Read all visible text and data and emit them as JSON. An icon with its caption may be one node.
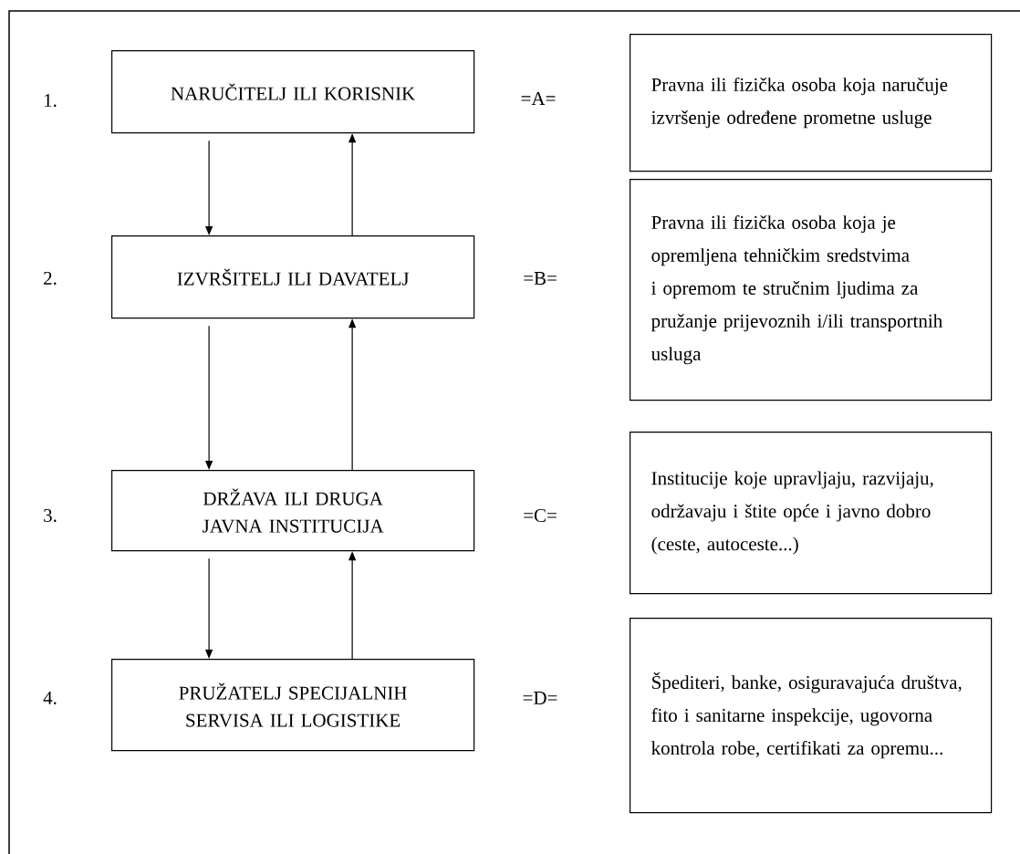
{
  "diagram": {
    "nodes": [
      {
        "text": [
          "NARUČITELJ ILI KORISNIK"
        ]
      },
      {
        "text": [
          "Pravna ili fizička osoba koja naručuje izvršenje određene prometne usluge"
        ]
      },
      {
        "text": [
          "IZVRŠITELJ ILI DAVATELJ"
        ]
      },
      {
        "text": [
          "Pravna ili fizička osoba koja je opremljena tehničkim sredstvima i opremom te stručnim ljudima za pružanje prijevoznih i/ili transportnih usluga"
        ]
      },
      {
        "text": [
          "DRŽAVA ILI DRUGA JAVNA INSTITUCIJA"
        ]
      },
      {
        "text": [
          "Institucije koje upravljaju, razvijaju, održavaju i štite opće i javno dobro (ceste, autoceste...)"
        ]
      },
      {
        "text": [
          "PRUŽATELJ SPECIJALNIH SERVISA ILI LOGISTIKE"
        ]
      },
      {
        "text": [
          "Špediteri, banke, osiguravajuća društva, fito i sanitarne inspekcije, ugovorna kontrola robe, certifikati za opremu..."
        ]
      }
    ],
    "edges": [
      {
        "from": 0,
        "to": 2,
        "arrow": "to"
      },
      {
        "from": 2,
        "to": 0,
        "arrow": "to"
      },
      {
        "from": 2,
        "to": 4,
        "arrow": "to"
      },
      {
        "from": 4,
        "to": 2,
        "arrow": "to"
      },
      {
        "from": 4,
        "to": 6,
        "arrow": "to"
      },
      {
        "from": 6,
        "to": 4,
        "arrow": "to"
      }
    ],
    "labels": [
      "1.",
      "=A=",
      "2.",
      "=B=",
      "3.",
      "=C=",
      "4.",
      "=D="
    ]
  }
}
